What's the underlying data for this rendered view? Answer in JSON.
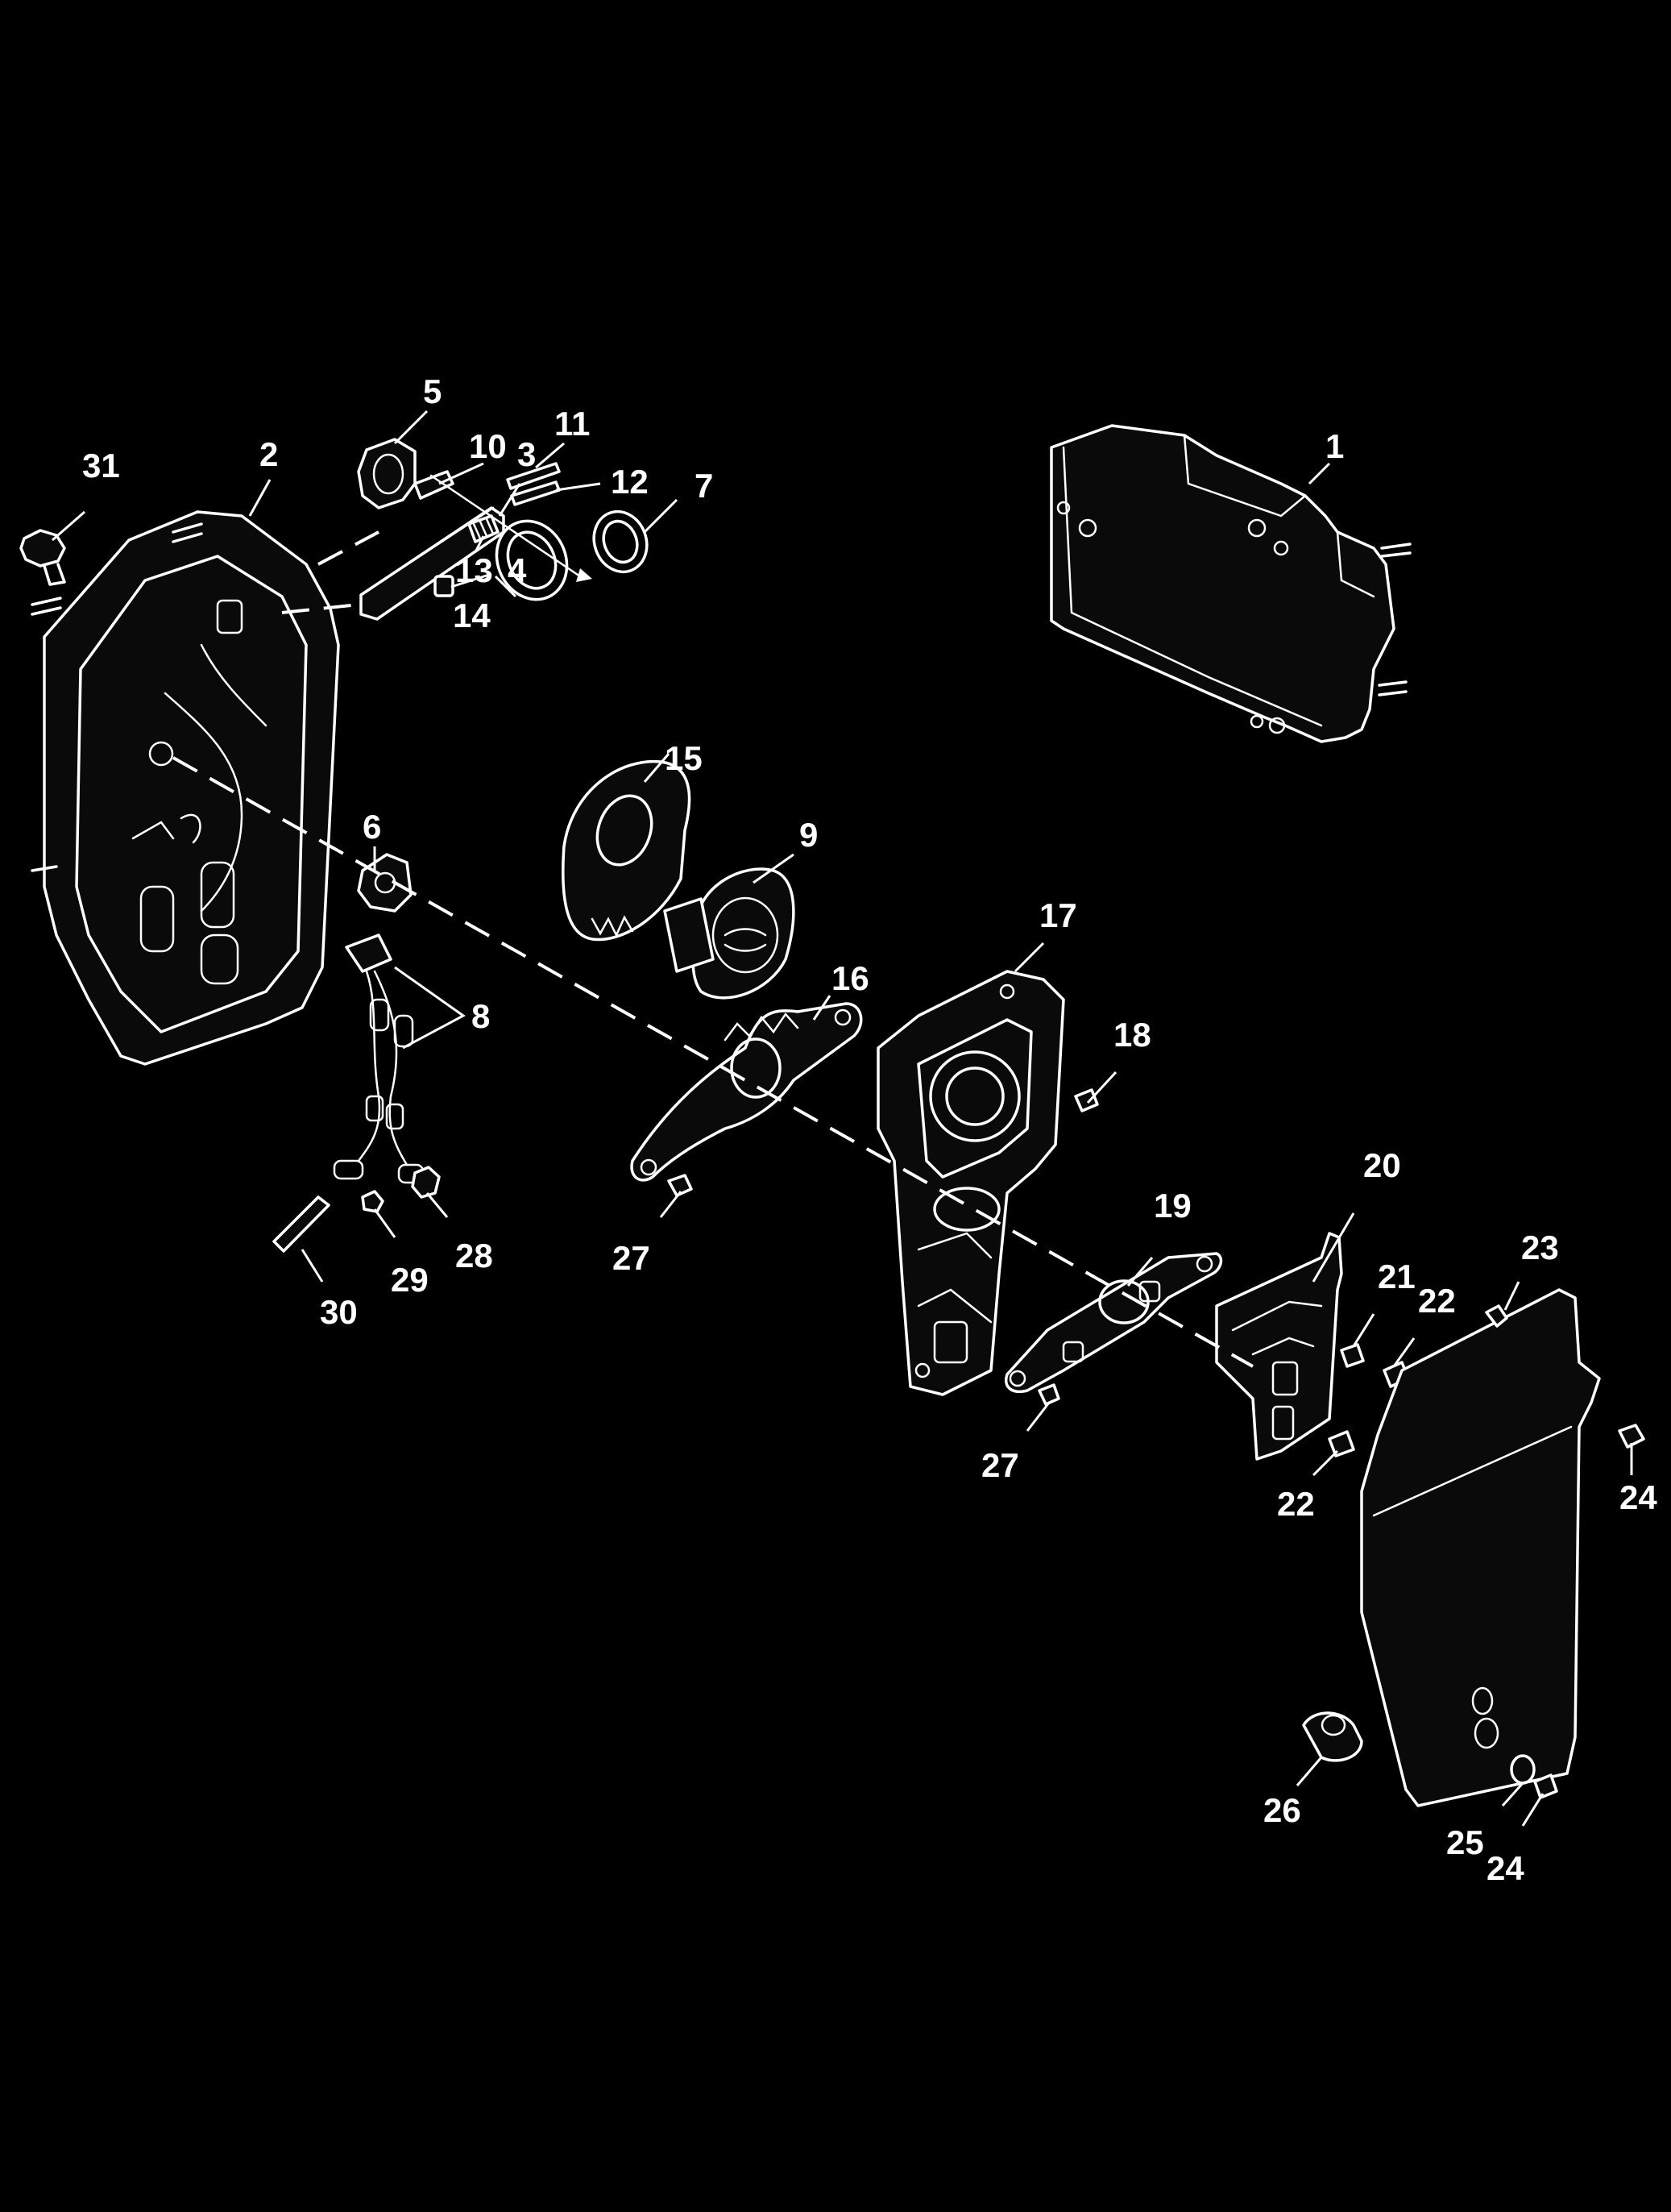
{
  "diagram": {
    "background": "#000000",
    "line_color": "#ffffff",
    "callouts": [
      {
        "id": "c1",
        "text": "1"
      },
      {
        "id": "c2",
        "text": "2"
      },
      {
        "id": "c3",
        "text": "3"
      },
      {
        "id": "c4",
        "text": "4"
      },
      {
        "id": "c5",
        "text": "5"
      },
      {
        "id": "c6",
        "text": "6"
      },
      {
        "id": "c7",
        "text": "7"
      },
      {
        "id": "c8",
        "text": "8"
      },
      {
        "id": "c9",
        "text": "9"
      },
      {
        "id": "c10",
        "text": "10"
      },
      {
        "id": "c11",
        "text": "11"
      },
      {
        "id": "c12",
        "text": "12"
      },
      {
        "id": "c13",
        "text": "13"
      },
      {
        "id": "c14",
        "text": "14"
      },
      {
        "id": "c15",
        "text": "15"
      },
      {
        "id": "c16",
        "text": "16"
      },
      {
        "id": "c17",
        "text": "17"
      },
      {
        "id": "c18",
        "text": "18"
      },
      {
        "id": "c19",
        "text": "19"
      },
      {
        "id": "c20",
        "text": "20"
      },
      {
        "id": "c21",
        "text": "21"
      },
      {
        "id": "c22a",
        "text": "22"
      },
      {
        "id": "c22b",
        "text": "22"
      },
      {
        "id": "c23",
        "text": "23"
      },
      {
        "id": "c24a",
        "text": "24"
      },
      {
        "id": "c24b",
        "text": "24"
      },
      {
        "id": "c25",
        "text": "25"
      },
      {
        "id": "c26",
        "text": "26"
      },
      {
        "id": "c27a",
        "text": "27"
      },
      {
        "id": "c27b",
        "text": "27"
      },
      {
        "id": "c28",
        "text": "28"
      },
      {
        "id": "c29",
        "text": "29"
      },
      {
        "id": "c30",
        "text": "30"
      },
      {
        "id": "c31",
        "text": "31"
      }
    ]
  }
}
